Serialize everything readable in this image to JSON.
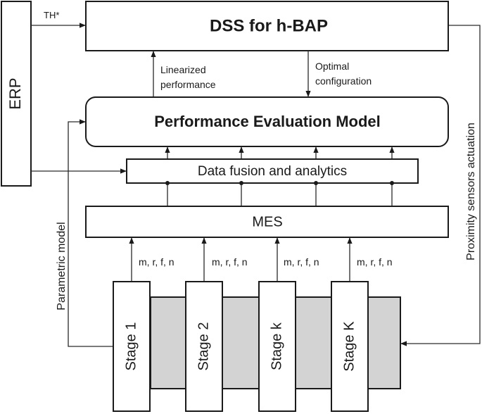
{
  "erp_label": "ERP",
  "th_label": "TH*",
  "dss_title": "DSS for h-BAP",
  "linearized_line1": "Linearized",
  "linearized_line2": "performance",
  "optimal_line1": "Optimal",
  "optimal_line2": "configuration",
  "pem_title": "Performance Evaluation Model",
  "data_fusion": "Data fusion and analytics",
  "mes": "MES",
  "parametric_model": "Parametric model",
  "proximity": "Proximity sensors actuation",
  "signals": [
    "m, r, f, n",
    "m, r, f, n",
    "m, r, f, n",
    "m, r, f, n"
  ],
  "stages": [
    "Stage 1",
    "Stage 2",
    "Stage k",
    "Stage K"
  ],
  "colors": {
    "stroke": "#1a1a1a",
    "buffer_fill": "#d3d3d3",
    "background": "#ffffff"
  }
}
